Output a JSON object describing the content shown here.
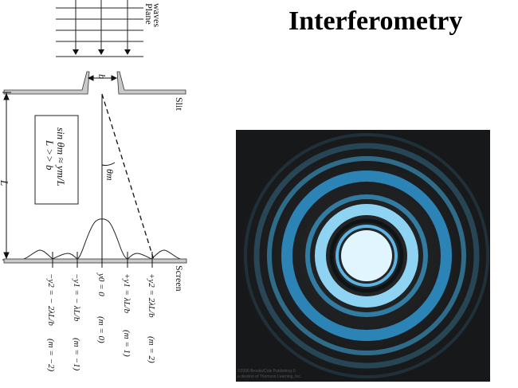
{
  "slide": {
    "title": "Interferometry"
  },
  "diagram": {
    "plane_waves": [
      "Plane",
      "waves"
    ],
    "slit_label": "Slit",
    "screen_label": "Screen",
    "slit_width": "b",
    "distance": "L",
    "angle": "θm",
    "formula_line1": "sin θm ≈ ym/L",
    "formula_line2": "L >> b",
    "positions_above": [
      {
        "y": "y0 = 0",
        "m": "(m = 0)"
      },
      {
        "y": "+y1 = λL/b",
        "m": "(m = 1)"
      },
      {
        "y": "+y2 = 2λL/b",
        "m": "(m = 2)"
      }
    ],
    "positions_below": [
      {
        "y": "−y1 = − λL/b",
        "m": "(m = −1)"
      },
      {
        "y": "−y2 = − 2λL/b",
        "m": "(m = −2)"
      }
    ]
  },
  "photo": {
    "caption_line1": "©2006 Brooks/Cole Publishing ©",
    "caption_line2": "a division of Thomson Learning, Inc."
  },
  "colors": {
    "ring": "#2a8cc0",
    "center": "#dff4ff",
    "photo_bg": "#1a1c1d"
  }
}
